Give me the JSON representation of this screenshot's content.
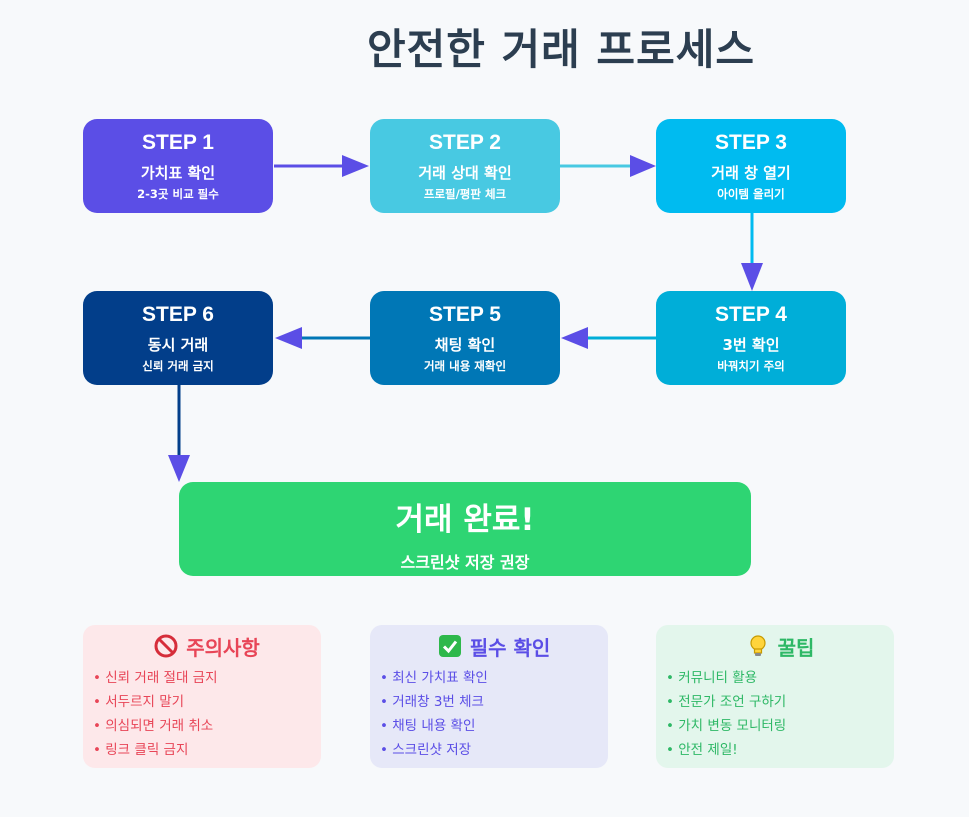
{
  "title": "안전한 거래 프로세스",
  "steps": [
    {
      "label": "STEP 1",
      "main": "가치표 확인",
      "sub": "2-3곳 비교 필수",
      "color": "#5b4ee6"
    },
    {
      "label": "STEP 2",
      "main": "거래 상대 확인",
      "sub": "프로필/평판 체크",
      "color": "#48c9e2"
    },
    {
      "label": "STEP 3",
      "main": "거래 창 열기",
      "sub": "아이템 올리기",
      "color": "#00bbf0"
    },
    {
      "label": "STEP 4",
      "main": "3번 확인",
      "sub": "바꿔치기 주의",
      "color": "#00aed8"
    },
    {
      "label": "STEP 5",
      "main": "채팅 확인",
      "sub": "거래 내용 재확인",
      "color": "#0077b6"
    },
    {
      "label": "STEP 6",
      "main": "동시 거래",
      "sub": "신뢰 거래 금지",
      "color": "#023e8a"
    }
  ],
  "complete": {
    "title": "거래 완료!",
    "sub": "스크린샷 저장 권장",
    "color": "#2ed573"
  },
  "cards": {
    "warning": {
      "icon": "prohibited-icon",
      "title": "주의사항",
      "items": [
        "신뢰 거래 절대 금지",
        "서두르지 말기",
        "의심되면 거래 취소",
        "링크 클릭 금지"
      ],
      "color": "#e84557"
    },
    "required": {
      "icon": "check-box-icon",
      "title": "필수 확인",
      "items": [
        "최신 가치표 확인",
        "거래창 3번 체크",
        "채팅 내용 확인",
        "스크린샷 저장"
      ],
      "color": "#5b4ee6"
    },
    "tips": {
      "icon": "light-bulb-icon",
      "title": "꿀팁",
      "items": [
        "커뮤니티 활용",
        "전문가 조언 구하기",
        "가치 변동 모니터링",
        "안전 제일!"
      ],
      "color": "#2eb866"
    }
  },
  "arrow_color": "#5b4ee6"
}
